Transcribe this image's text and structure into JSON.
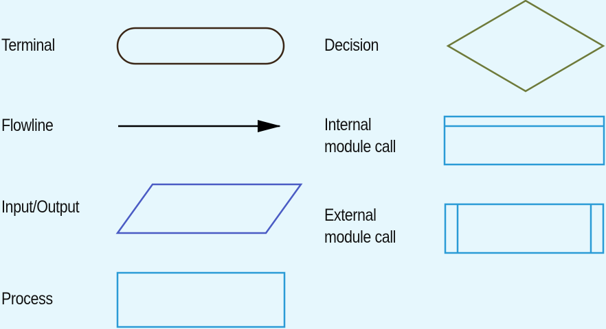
{
  "symbols": {
    "terminal": {
      "label": "Terminal"
    },
    "flowline": {
      "label": "Flowline"
    },
    "input_output": {
      "label": "Input/Output"
    },
    "process": {
      "label": "Process"
    },
    "decision": {
      "label": "Decision"
    },
    "internal_module_call": {
      "label_lines": [
        "Internal",
        "module call"
      ]
    },
    "external_module_call": {
      "label_lines": [
        "External",
        "module call"
      ]
    }
  },
  "colors": {
    "background": "#e6f7fd",
    "terminal": "#3a2616",
    "flowline": "#000000",
    "input_output": "#4a5bc4",
    "process": "#2a9bd6",
    "decision": "#6e7a3a",
    "module_call": "#2a9bd6"
  }
}
